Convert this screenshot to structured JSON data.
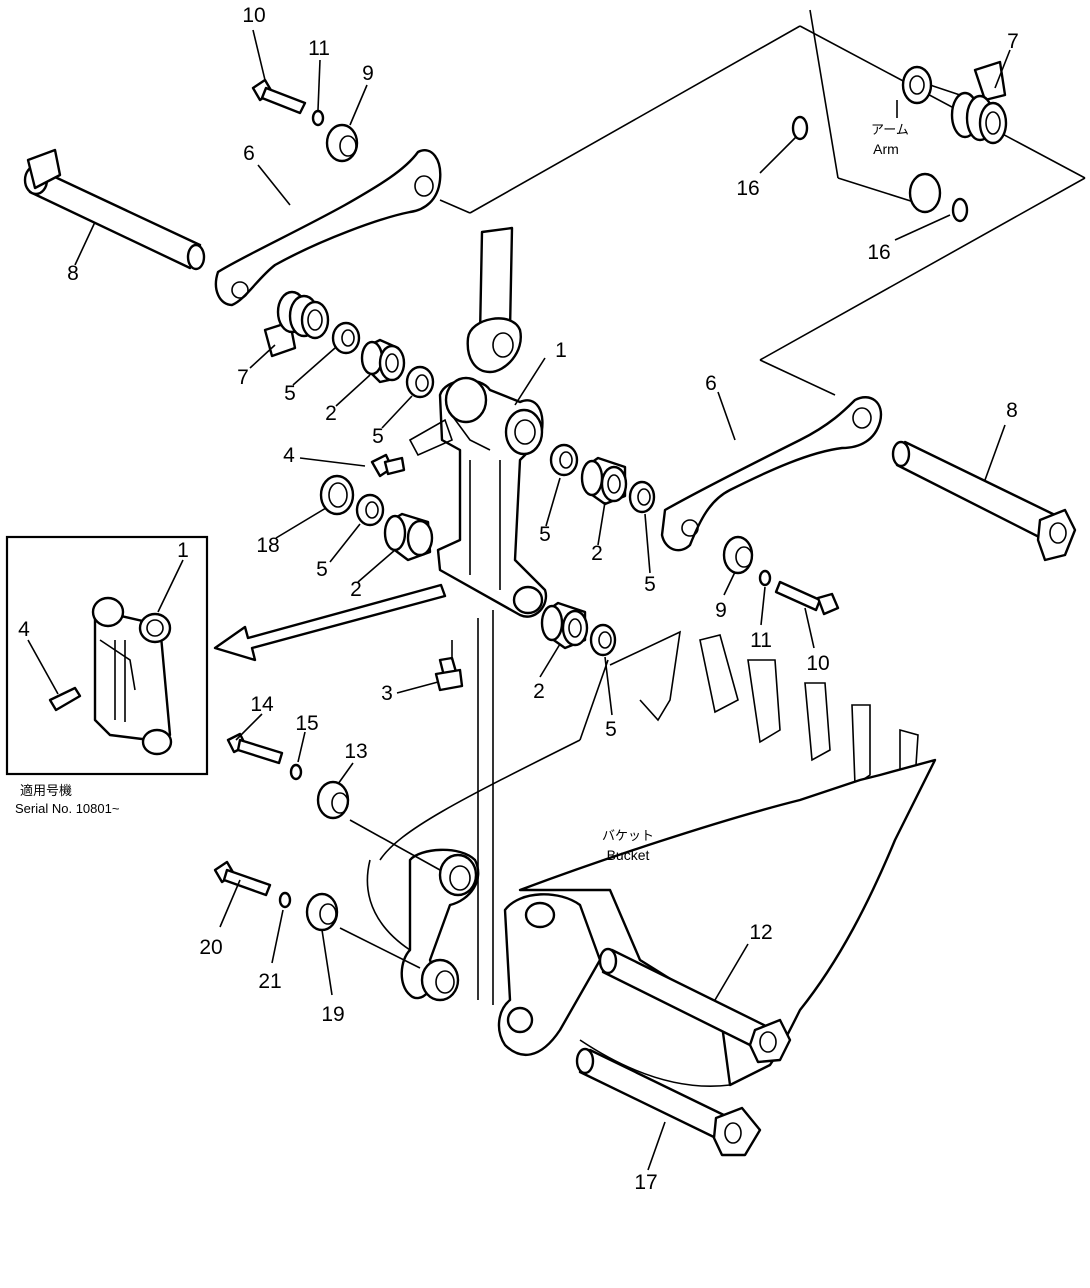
{
  "labels": {
    "arm_jp": "アーム",
    "arm_en": "Arm",
    "bucket_jp": "バケット",
    "bucket_en": "Bucket",
    "serial_jp": "適用号機",
    "serial_en": "Serial No. 10801~"
  },
  "callouts": {
    "c1": "1",
    "c1_inset": "1",
    "c2a": "2",
    "c2b": "2",
    "c2c": "2",
    "c2d": "2",
    "c3": "3",
    "c4": "4",
    "c4_inset": "4",
    "c5a": "5",
    "c5b": "5",
    "c5c": "5",
    "c5d": "5",
    "c5e": "5",
    "c5f": "5",
    "c6a": "6",
    "c6b": "6",
    "c7a": "7",
    "c7b": "7",
    "c8a": "8",
    "c8b": "8",
    "c9a": "9",
    "c9b": "9",
    "c10a": "10",
    "c10b": "10",
    "c11a": "11",
    "c11b": "11",
    "c12": "12",
    "c13": "13",
    "c14": "14",
    "c15": "15",
    "c16a": "16",
    "c16b": "16",
    "c17": "17",
    "c18": "18",
    "c19": "19",
    "c20": "20",
    "c21": "21"
  }
}
